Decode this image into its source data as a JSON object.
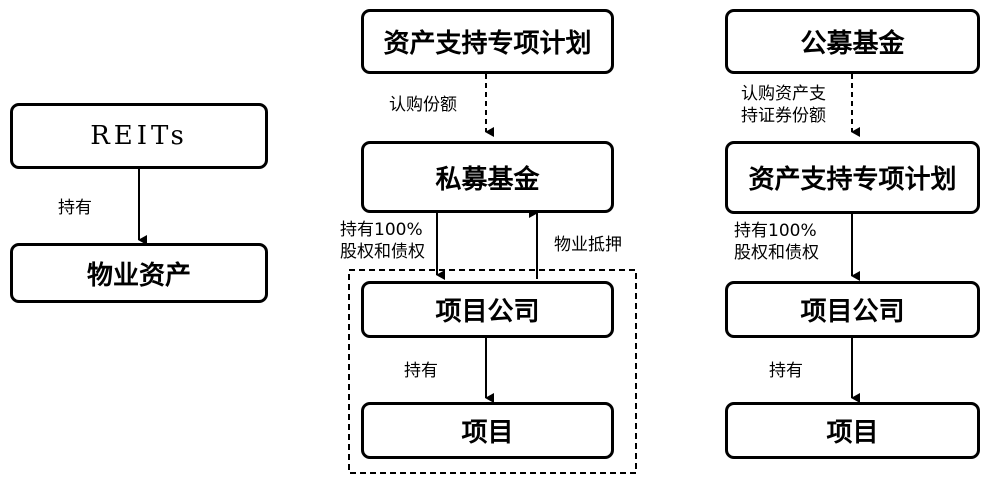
{
  "left": {
    "top_box": "REITs",
    "edge_label": "持有",
    "bottom_box": "物业资产"
  },
  "middle": {
    "top_box": "资产支持专项计划",
    "edge1_label": "认购份额",
    "fund_box": "私募基金",
    "edge2_label_lines": [
      "持有100%",
      "股权和债权"
    ],
    "edge3_label": "物业抵押",
    "company_box": "项目公司",
    "edge4_label": "持有",
    "project_box": "项目"
  },
  "right": {
    "top_box": "公募基金",
    "edge1_label_lines": [
      "认购资产支",
      "持证券份额"
    ],
    "abs_box": "资产支持专项计划",
    "edge2_label_lines": [
      "持有100%",
      "股权和债权"
    ],
    "company_box": "项目公司",
    "edge3_label": "持有",
    "project_box": "项目"
  }
}
